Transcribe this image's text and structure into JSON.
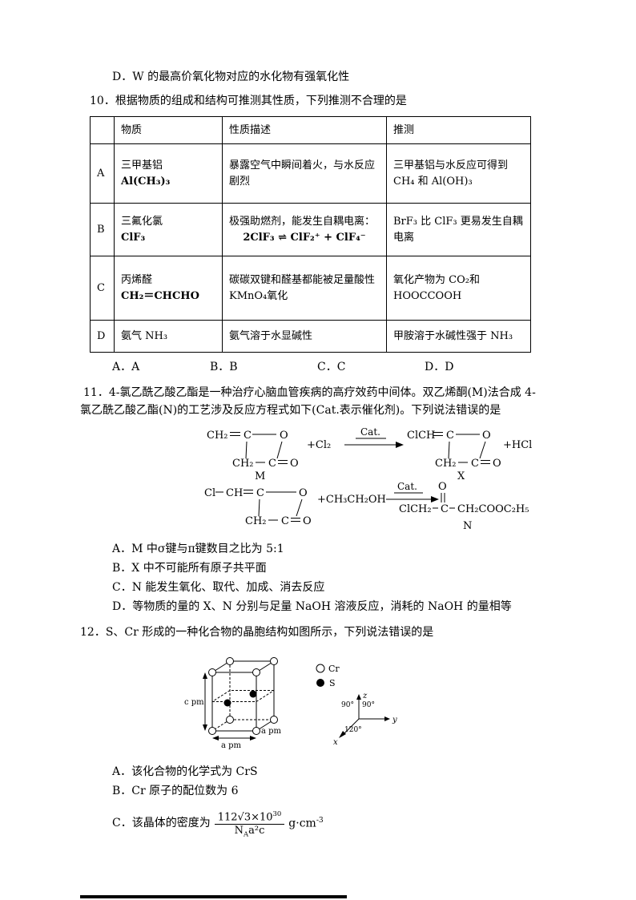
{
  "prev": {
    "option_d": "D．W 的最高价氧化物对应的水化物有强氧化性"
  },
  "q10": {
    "stem": "10．根据物质的组成和结构可推测其性质，下列推测不合理的是",
    "table": {
      "col_substance": "物质",
      "col_description": "性质描述",
      "col_inference": "推测",
      "rows": [
        {
          "label": "A",
          "name": "三甲基铝",
          "formula": "Al(CH₃)₃",
          "desc1": "暴露空气中瞬间着火，与水反应剧烈",
          "inference": "三甲基铝与水反应可得到 CH₄ 和 Al(OH)₃"
        },
        {
          "label": "B",
          "name": "三氟化氯",
          "formula": "ClF₃",
          "desc1": "极强助燃剂，能发生自耦电离：",
          "desc2": "2ClF₃ ⇌ ClF₂⁺ + ClF₄⁻",
          "inference": "BrF₃ 比 ClF₃ 更易发生自耦电离"
        },
        {
          "label": "C",
          "name": "丙烯醛",
          "formula": "CH₂＝CHCHO",
          "desc1": "碳碳双键和醛基都能被足量酸性 KMnO₄氧化",
          "inference": "氧化产物为 CO₂和 HOOCCOOH"
        },
        {
          "label": "D",
          "name": "氨气 NH₃",
          "desc1": "氨气溶于水显碱性",
          "inference": "甲胺溶于水碱性强于 NH₃"
        }
      ]
    },
    "options": [
      "A．A",
      "B．B",
      "C．C",
      "D．D"
    ]
  },
  "q11": {
    "stem_line1": "11．4-氯乙酰乙酸乙酯是一种治疗心脑血管疾病的高疗效药中间体。双乙烯酮(M)法合成 4-",
    "stem_line2": "氯乙酰乙酸乙酯(N)的工艺涉及反应方程式如下(Cat.表示催化剂)。下列说法错误的是",
    "rxn1": {
      "m": {
        "ch2_top": "CH₂",
        "c_top": "C",
        "o_top": "O",
        "ch2_bot": "CH₂",
        "c_bot": "C",
        "o_bot": "O",
        "label": "M"
      },
      "plus_cl2": "+Cl₂",
      "cat": "Cat.",
      "x": {
        "clch_top": "ClCH",
        "c_top": "C",
        "o_top": "O",
        "ch2_bot": "CH₂",
        "c_bot": "C",
        "o_bot": "O",
        "label": "X"
      },
      "plus_hcl": "+HCl"
    },
    "rxn2": {
      "x": {
        "cl": "Cl",
        "ch_top": "CH",
        "c_top": "C",
        "o_top": "O",
        "ch2_bot": "CH₂",
        "c_bot": "C",
        "o_bot": "O"
      },
      "plus_ethanol": "+CH₃CH₂OH",
      "cat": "Cat.",
      "product": {
        "o_top": "O",
        "clch2": "ClCH₂",
        "c_mid": "C",
        "chain": "CH₂COOC₂H₅",
        "label": "N"
      }
    },
    "options": [
      "A．M 中σ键与π键数目之比为 5:1",
      "B．X 中不可能所有原子共平面",
      "C．N 能发生氧化、取代、加成、消去反应",
      "D．等物质的量的 X、N 分别与足量 NaOH 溶液反应，消耗的 NaOH 的量相等"
    ]
  },
  "q12": {
    "stem": "12．S、Cr 形成的一种化合物的晶胞结构如图所示，下列说法错误的是",
    "figure": {
      "legend_cr": "Cr",
      "legend_s": "S",
      "dim_c": "c pm",
      "dim_a_front": "a pm",
      "dim_a_side": "a pm",
      "angle_left": "90°",
      "angle_right": "90°",
      "angle_bottom": "120°",
      "axis_x": "x",
      "axis_y": "y",
      "axis_z": "z"
    },
    "option_a": "A．该化合物的化学式为 CrS",
    "option_b": "B．Cr 原子的配位数为 6",
    "option_c": {
      "prefix": "C．该晶体的密度为",
      "num_base": "112√3×10",
      "num_sup": "30",
      "den_base": "N",
      "den_sub": "A",
      "den_rest": "a²c",
      "suffix_base": "g·cm",
      "suffix_sup": "-3"
    }
  }
}
